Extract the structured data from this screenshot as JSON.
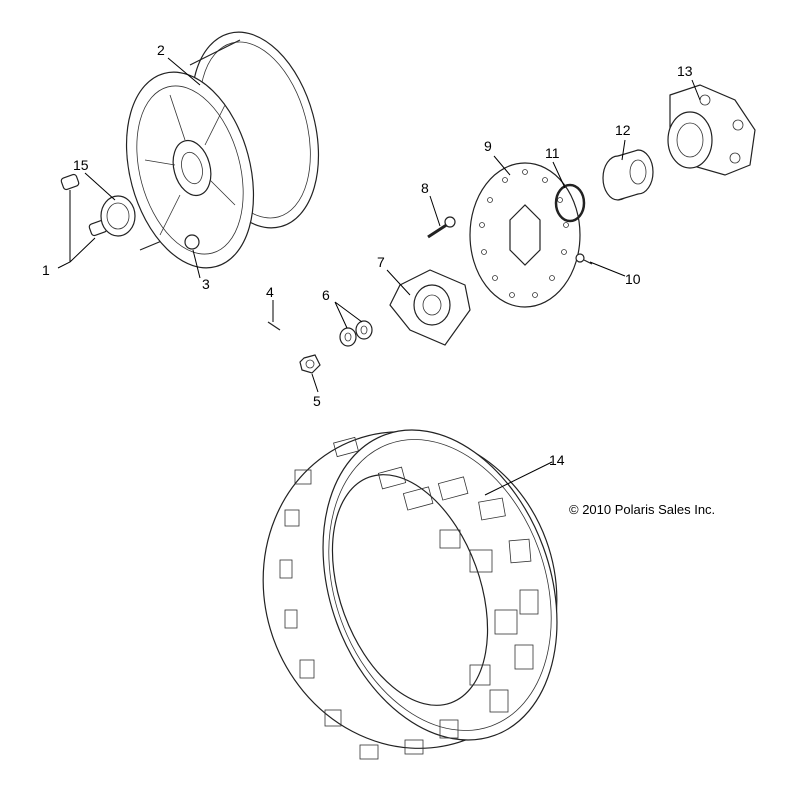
{
  "diagram": {
    "callouts": {
      "p1": "1",
      "p2": "2",
      "p3": "3",
      "p4": "4",
      "p5": "5",
      "p6": "6",
      "p7": "7",
      "p8": "8",
      "p9": "9",
      "p10": "10",
      "p11": "11",
      "p12": "12",
      "p13": "13",
      "p14": "14",
      "p15": "15"
    },
    "copyright": "© 2010 Polaris Sales Inc."
  }
}
